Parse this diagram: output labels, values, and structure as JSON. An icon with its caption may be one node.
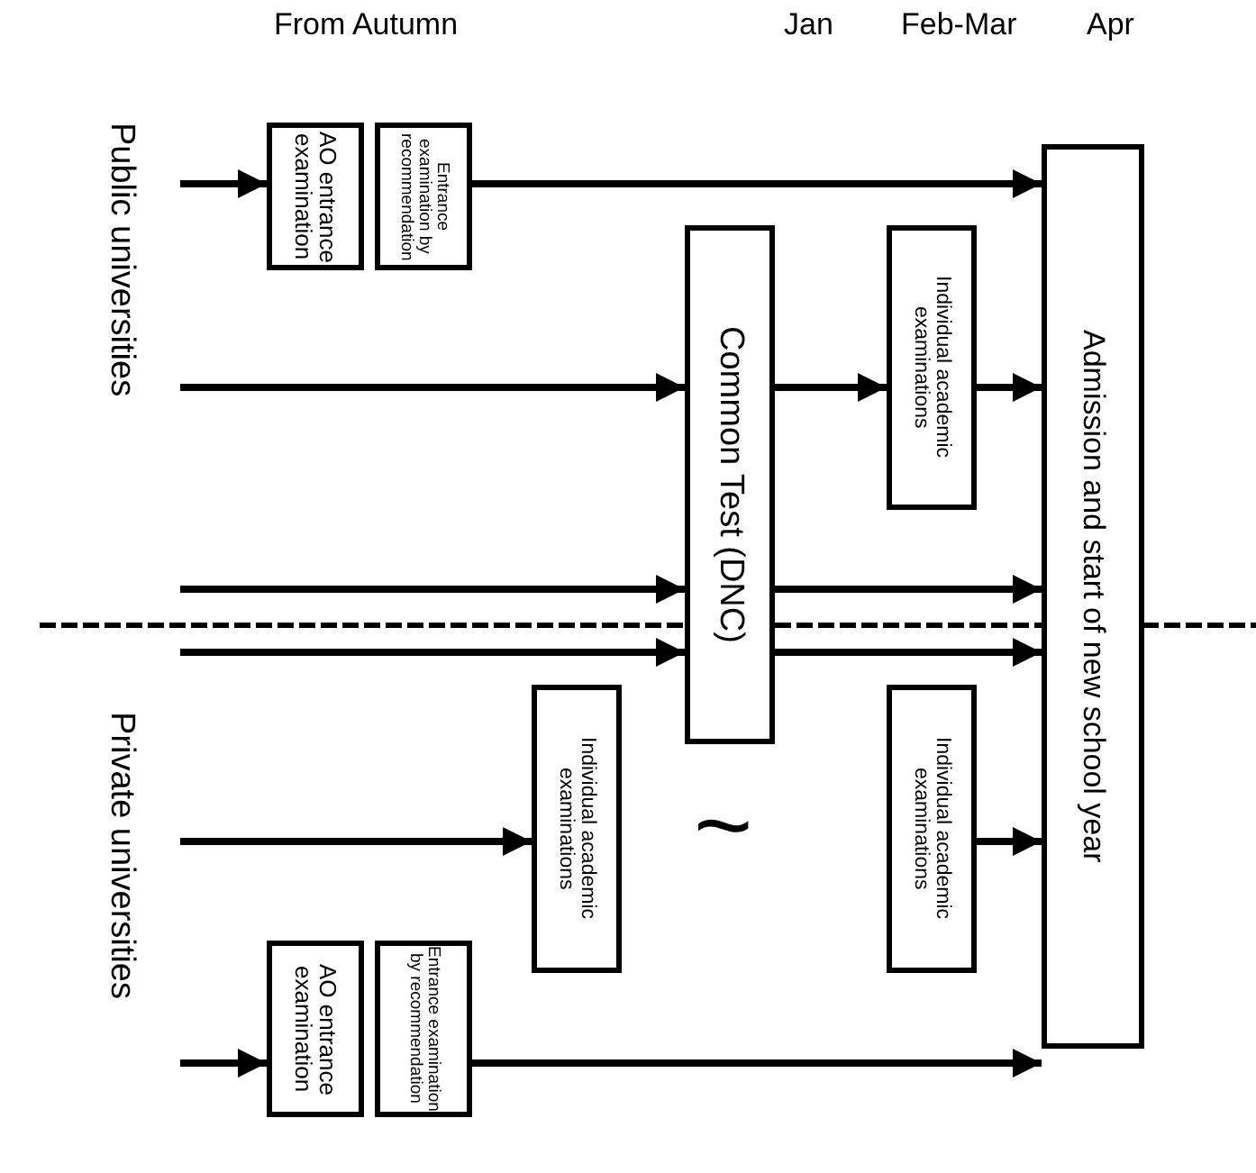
{
  "diagram": {
    "nodes": [
      {
        "text": [
          "AO entrance examination"
        ]
      },
      {
        "text": [
          "Entrance examination by recommendation"
        ]
      },
      {
        "text": [
          "Common Test (DNC)"
        ]
      },
      {
        "text": [
          "Individual academic examinations"
        ]
      },
      {
        "text": [
          "Individual academic examinations"
        ]
      },
      {
        "text": [
          "Individual academic examinations"
        ]
      },
      {
        "text": [
          "Admission and start of new school year"
        ]
      },
      {
        "text": [
          "AO entrance examination"
        ]
      },
      {
        "text": [
          "Entrance examination by recommendation"
        ]
      }
    ],
    "edges": [
      {
        "from": null,
        "to": 0,
        "arrow": "to"
      },
      {
        "from": 1,
        "to": 6,
        "arrow": "to"
      },
      {
        "from": null,
        "to": 2,
        "arrow": "to"
      },
      {
        "from": 2,
        "to": 3,
        "arrow": "to"
      },
      {
        "from": 3,
        "to": 6,
        "arrow": "to"
      },
      {
        "from": null,
        "to": 2,
        "arrow": "to"
      },
      {
        "from": 2,
        "to": 6,
        "arrow": "to"
      },
      {
        "from": null,
        "to": 2,
        "arrow": "to"
      },
      {
        "from": 2,
        "to": 6,
        "arrow": "to"
      },
      {
        "from": null,
        "to": 4,
        "arrow": "to"
      },
      {
        "from": 5,
        "to": 6,
        "arrow": "to"
      },
      {
        "from": null,
        "to": 7,
        "arrow": "to"
      },
      {
        "from": 8,
        "to": 6,
        "arrow": "to"
      }
    ],
    "labels": [
      "From Autumn",
      "Jan",
      "Feb-Mar",
      "Apr",
      "Public universities",
      "Private universities",
      "~"
    ]
  }
}
